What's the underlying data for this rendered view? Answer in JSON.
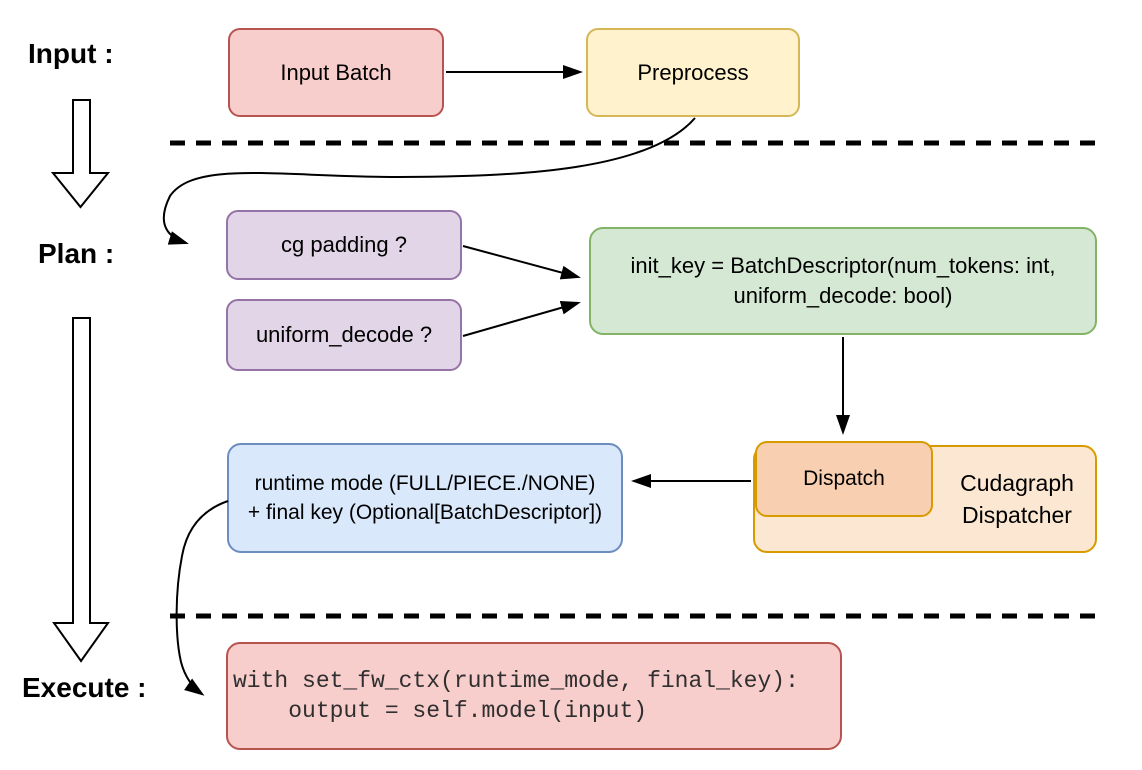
{
  "sections": {
    "input_label": "Input :",
    "plan_label": "Plan :",
    "execute_label": "Execute :"
  },
  "nodes": {
    "input_batch": {
      "label": "Input Batch",
      "fill": "#f8cecc",
      "border": "#b85450"
    },
    "preprocess": {
      "label": "Preprocess",
      "fill": "#fff2cc",
      "border": "#d6b656"
    },
    "cg_padding": {
      "label": "cg padding ?",
      "fill": "#e1d5e7",
      "border": "#9673a6"
    },
    "uniform_decode": {
      "label": "uniform_decode ?",
      "fill": "#e1d5e7",
      "border": "#9673a6"
    },
    "init_key": {
      "line1": "init_key = BatchDescriptor(num_tokens: int,",
      "line2": "uniform_decode: bool)",
      "fill": "#d5e8d4",
      "border": "#82b366"
    },
    "runtime_mode": {
      "line1": "runtime mode (FULL/PIECE./NONE)",
      "line2": "+ final key (Optional[BatchDescriptor])",
      "fill": "#dae8fc",
      "border": "#6c8ebf"
    },
    "dispatch": {
      "label": "Dispatch",
      "fill": "#f8cfb1",
      "border": "#d79b00"
    },
    "cudagraph_dispatcher": {
      "line1": "Cudagraph",
      "line2": "Dispatcher",
      "fill": "#fce8d2",
      "border": "#d79b00"
    },
    "execute_code": {
      "line1": "with set_fw_ctx(runtime_mode, final_key):",
      "line2": "    output = self.model(input)",
      "fill": "#f8cecc",
      "border": "#b85450"
    }
  },
  "connectors": {
    "color": "#000000",
    "divider_color": "#000000",
    "divider_style": "dashed"
  }
}
